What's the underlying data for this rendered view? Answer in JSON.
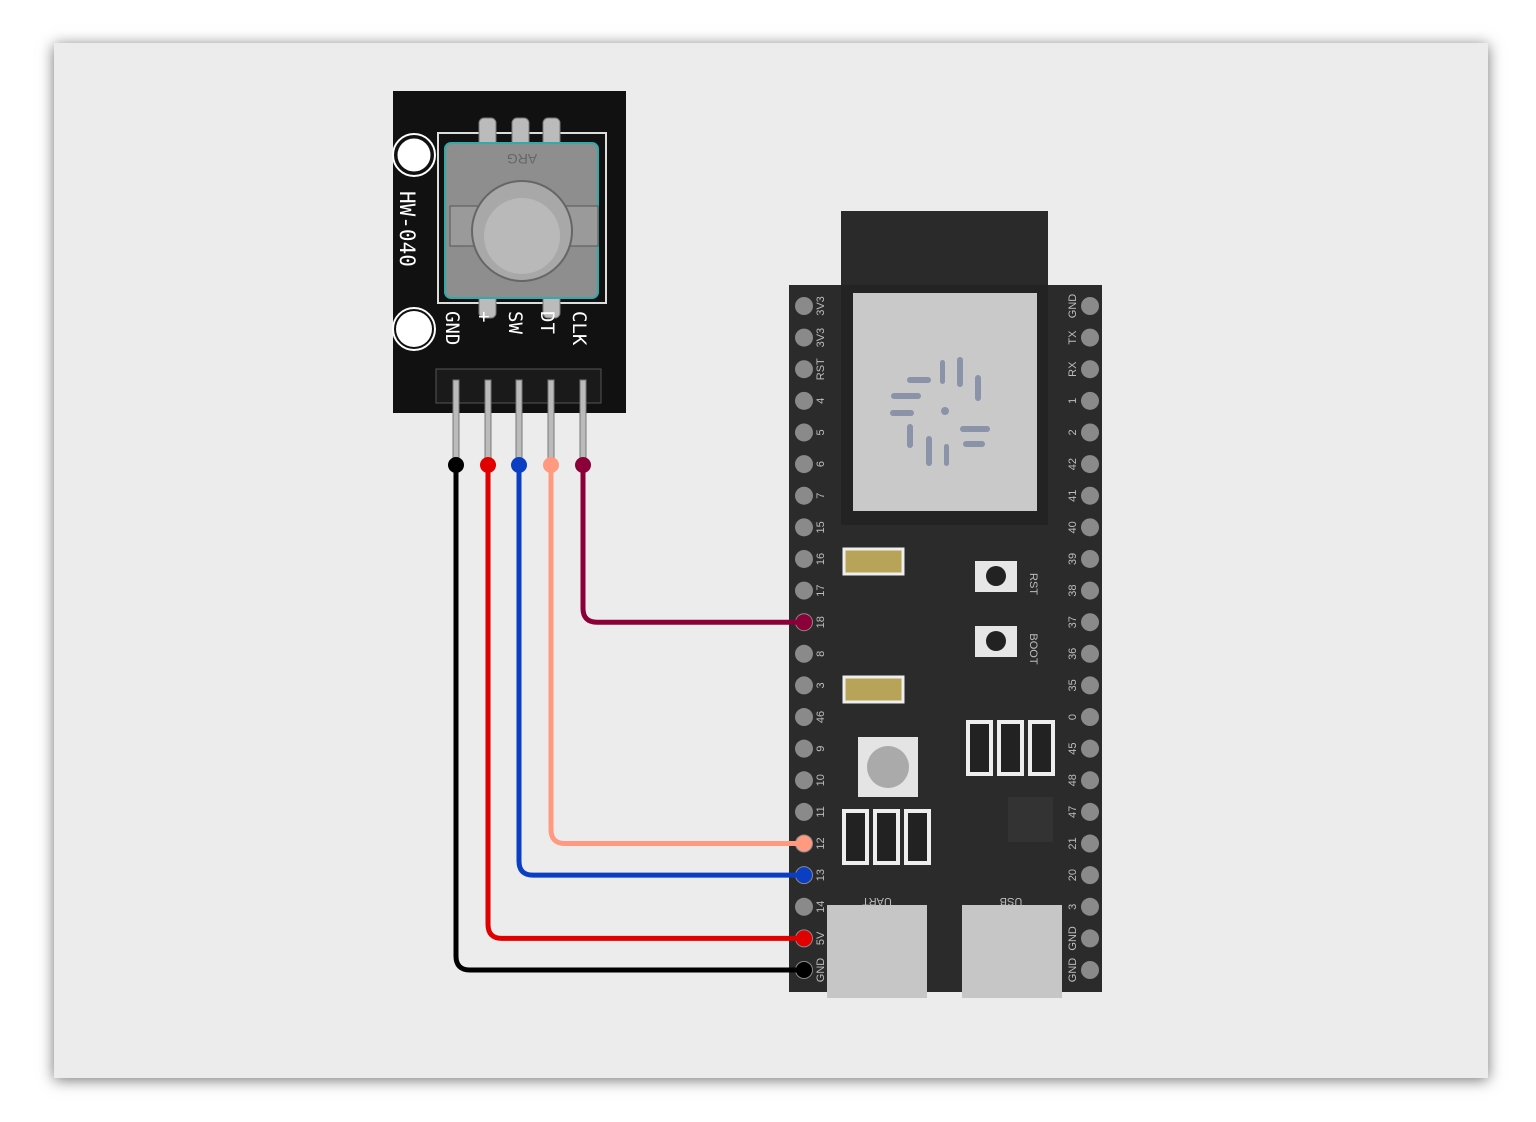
{
  "encoder": {
    "model": "HW-040",
    "cap_marking": "ARG",
    "pins": [
      "GND",
      "+",
      "SW",
      "DT",
      "CLK"
    ]
  },
  "board": {
    "left_pins": [
      "3V3",
      "3V3",
      "RST",
      "4",
      "5",
      "6",
      "7",
      "15",
      "16",
      "17",
      "18",
      "8",
      "3",
      "46",
      "9",
      "10",
      "11",
      "12",
      "13",
      "14",
      "5V",
      "GND"
    ],
    "right_pins": [
      "GND",
      "TX",
      "RX",
      "1",
      "2",
      "42",
      "41",
      "40",
      "39",
      "38",
      "37",
      "36",
      "35",
      "0",
      "45",
      "48",
      "47",
      "21",
      "20",
      "3",
      "GND",
      "GND"
    ],
    "buttons": [
      "RST",
      "BOOT"
    ],
    "ports": [
      "UART",
      "USB"
    ]
  },
  "wires": [
    {
      "from": "GND",
      "to": "GND",
      "color": "#000000"
    },
    {
      "from": "+",
      "to": "5V",
      "color": "#e00000"
    },
    {
      "from": "SW",
      "to": "13",
      "color": "#0a3fc4"
    },
    {
      "from": "DT",
      "to": "12",
      "color": "#ff9a80"
    },
    {
      "from": "CLK",
      "to": "18",
      "color": "#8b0038"
    }
  ]
}
